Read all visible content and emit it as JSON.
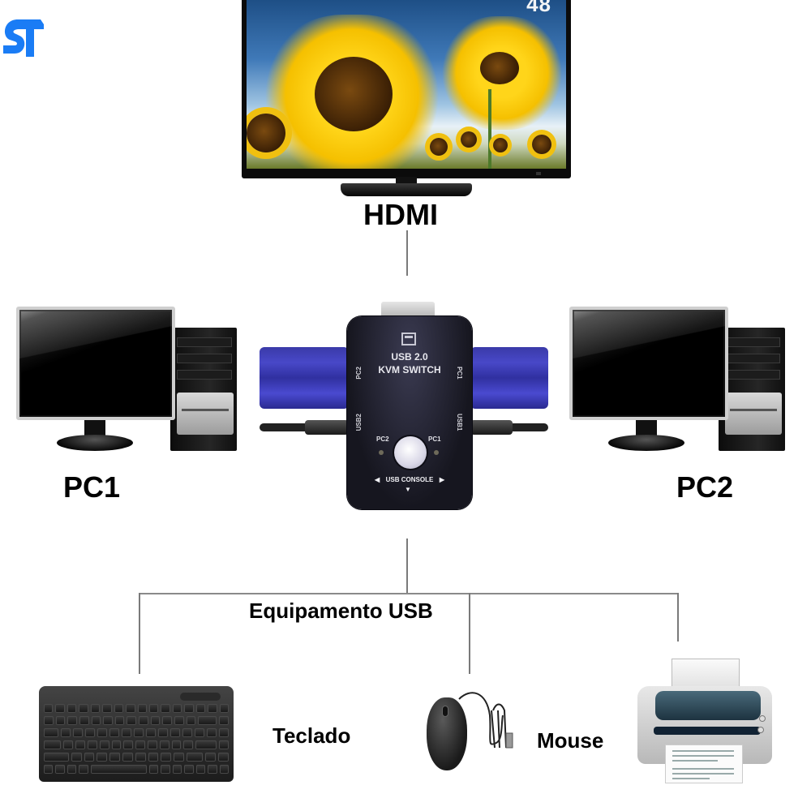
{
  "brand": {
    "logo_text": "ST",
    "logo_color": "#1a7cf5"
  },
  "tv": {
    "channel_number": "48",
    "screen_image": "sunflower-field"
  },
  "labels": {
    "hdmi": "HDMI",
    "pc1": "PC1",
    "pc2": "PC2",
    "usb_equipment": "Equipamento USB",
    "keyboard": "Teclado",
    "mouse": "Mouse"
  },
  "kvm": {
    "title_line1": "USB 2.0",
    "title_line2": "KVM SWITCH",
    "side_left_top": "PC2",
    "side_left_bottom": "USB2",
    "side_right_top": "PC1",
    "side_right_bottom": "USB1",
    "led_left": "PC2",
    "led_right": "PC1",
    "console": "USB CONSOLE",
    "arrow_left": "◀",
    "arrow_right": "▶",
    "arrow_down": "▼"
  },
  "colors": {
    "vga_blue": "#3c3cb8",
    "kvm_body": "#1c1c28",
    "line_gray": "#7a7a7a"
  }
}
